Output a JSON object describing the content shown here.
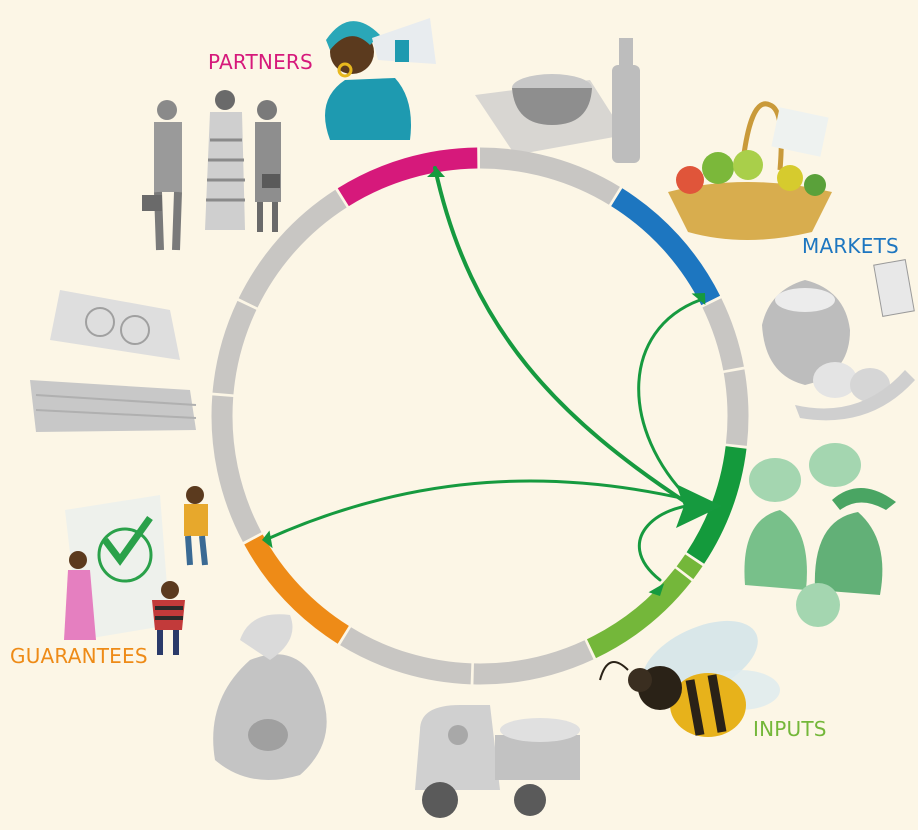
{
  "labels": {
    "partners": {
      "text": "PARTNERS",
      "color": "#d6197b"
    },
    "markets": {
      "text": "MARKETS",
      "color": "#1d76c0"
    },
    "guarantees": {
      "text": "GUARANTEES",
      "color": "#ee8b17"
    },
    "inputs": {
      "text": "INPUTS",
      "color": "#74b73a"
    }
  },
  "ring": {
    "base_color": "#c8c6c3",
    "highlights": [
      {
        "name": "partners",
        "color": "#d6197b"
      },
      {
        "name": "markets",
        "color": "#1d76c0"
      },
      {
        "name": "inputs",
        "color": "#149a3c"
      },
      {
        "name": "inputs-light",
        "color": "#74b73a"
      },
      {
        "name": "guarantees",
        "color": "#ee8b17"
      }
    ]
  },
  "flows": {
    "color": "#169a3f"
  },
  "illustrations": [
    "woman-megaphone",
    "food-bowl-bottle",
    "vegetable-basket",
    "flour-eggs-bananas",
    "people-ideas-recycle",
    "bee",
    "motor-tricycle",
    "tree-stump",
    "guarantee-certificate-people",
    "banknote-stacks",
    "business-people"
  ]
}
